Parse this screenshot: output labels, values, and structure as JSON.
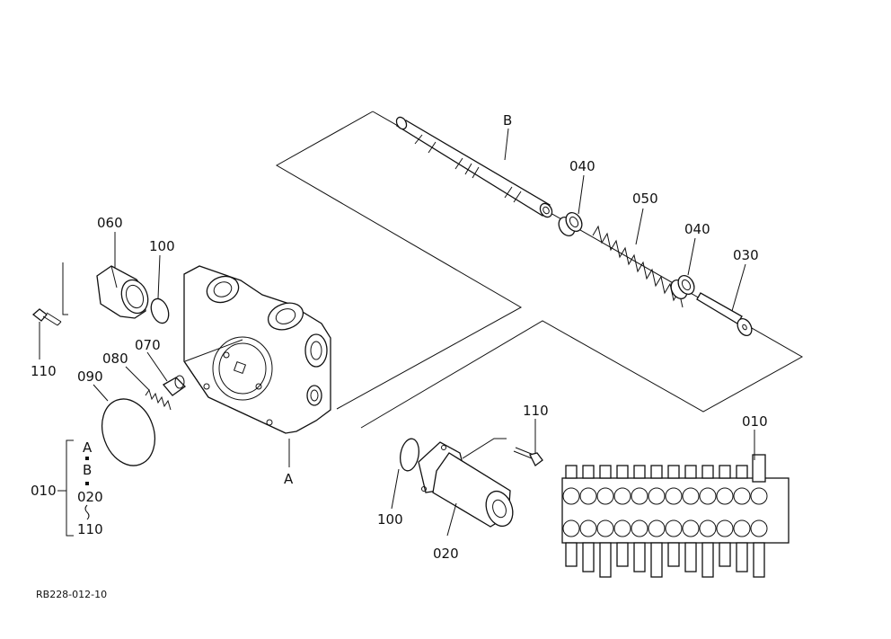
{
  "labels": {
    "p060": "060",
    "p100a": "100",
    "p110a": "110",
    "p080": "080",
    "p070": "070",
    "p090": "090",
    "pA": "A",
    "pB": "B",
    "p040a": "040",
    "p050": "050",
    "p040b": "040",
    "p030": "030",
    "p110b": "110",
    "p100b": "100",
    "p020": "020",
    "p010": "010"
  },
  "legend": {
    "number": "010",
    "line1": "A",
    "line2": "B",
    "line3": "020",
    "line4": "110"
  },
  "drawing_id": "RB228-012-10"
}
